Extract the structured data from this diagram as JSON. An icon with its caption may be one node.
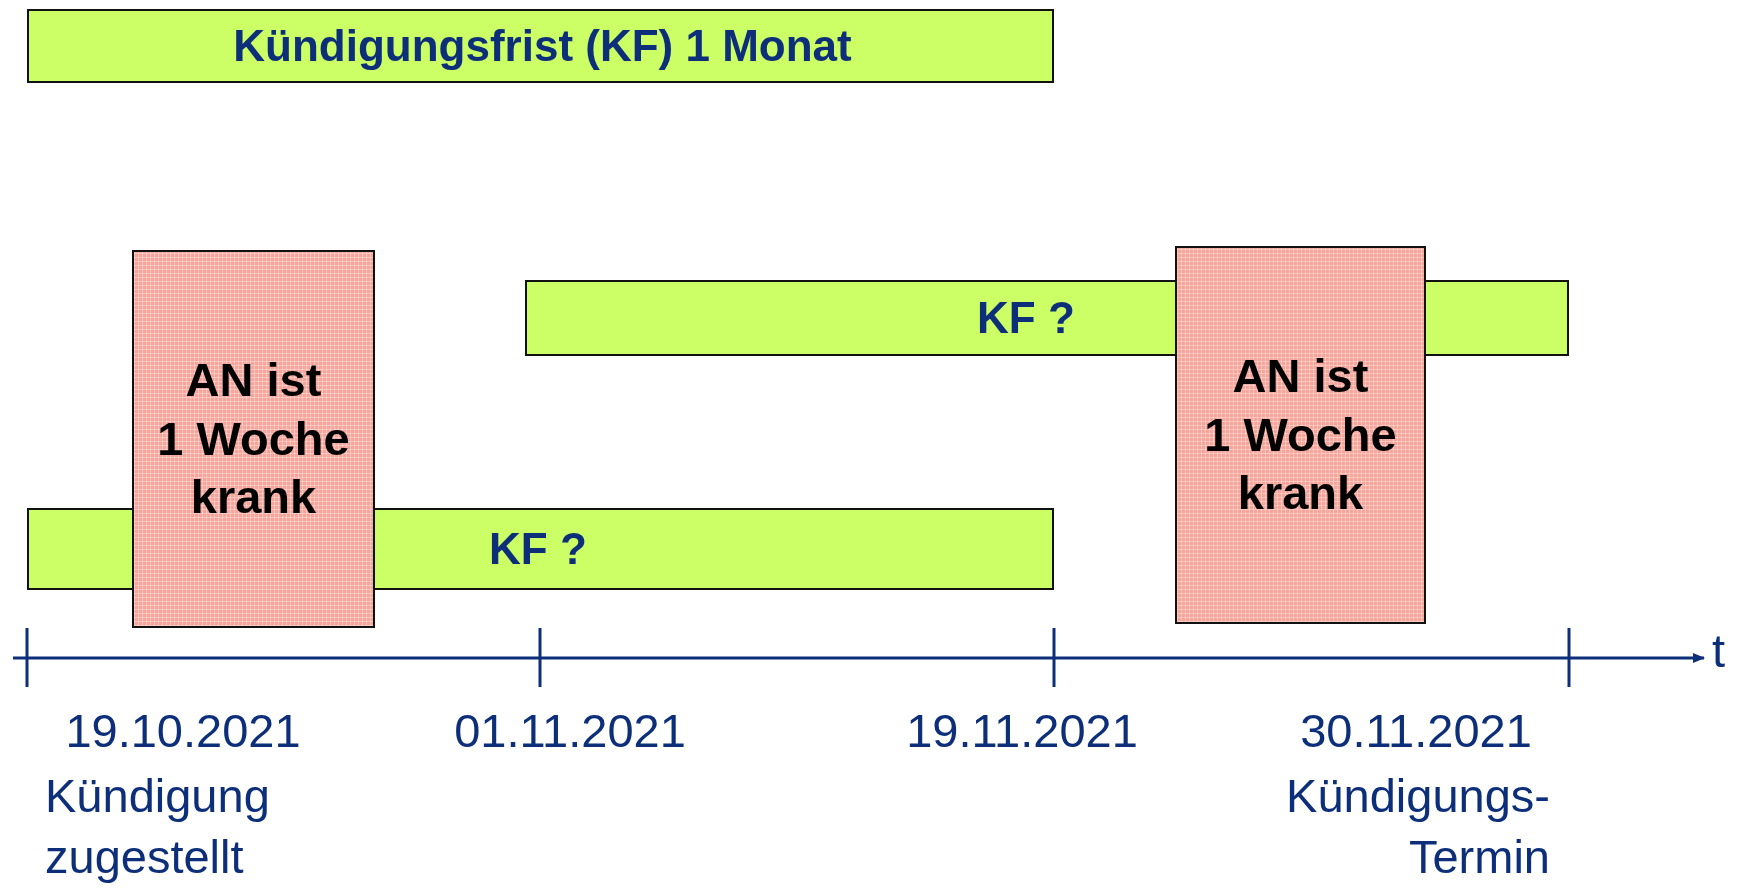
{
  "diagram": {
    "nodes": [
      {
        "text": [
          "Kündigungsfrist (KF) 1 Monat"
        ]
      },
      {
        "text": [
          "AN ist 1 Woche krank"
        ]
      },
      {
        "text": [
          "KF ?"
        ]
      },
      {
        "text": [
          "KF ?"
        ]
      },
      {
        "text": [
          "AN ist 1 Woche krank"
        ]
      },
      {
        "text": [],
        "shape": "bar"
      },
      {
        "text": [],
        "shape": "bar"
      }
    ],
    "edges": [],
    "labels": [
      "t",
      "19.10.2021",
      "01.11.2021",
      "19.11.2021",
      "30.11.2021",
      "Kündigung zugestellt",
      "Kündigungs- Termin"
    ]
  }
}
